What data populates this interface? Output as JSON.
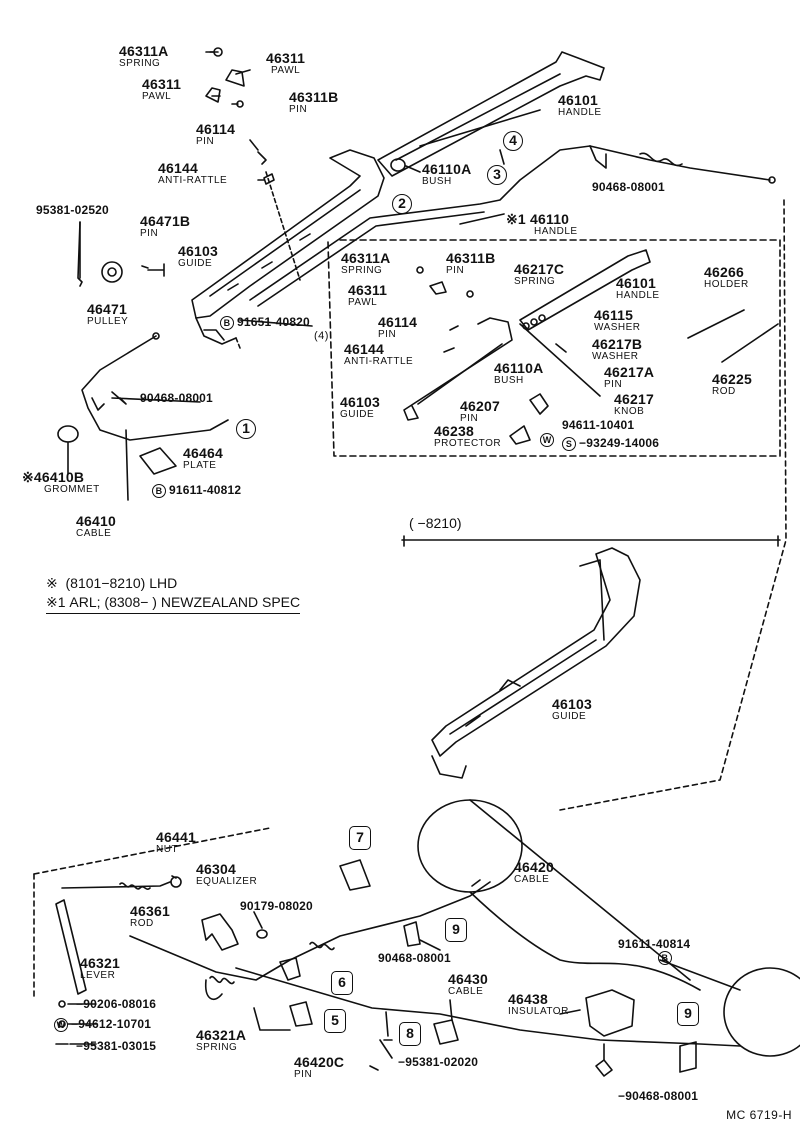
{
  "parts": {
    "p46311a_top": {
      "number": "46311A",
      "name": "SPRING"
    },
    "p46311_top_r": {
      "number": "46311",
      "name": "PAWL"
    },
    "p46311_top_l": {
      "number": "46311",
      "name": "PAWL"
    },
    "p46311b_top": {
      "number": "46311B",
      "name": "PIN"
    },
    "p46101_top": {
      "number": "46101",
      "name": "HANDLE"
    },
    "p46114_top": {
      "number": "46114",
      "name": "PIN"
    },
    "p46144_top": {
      "number": "46144",
      "name": "ANTI-RATTLE"
    },
    "p46110a_top": {
      "number": "46110A",
      "name": "BUSH"
    },
    "p90468_top": {
      "number": "90468-08001",
      "name": ""
    },
    "p95381_02520": {
      "number": "95381-02520",
      "name": ""
    },
    "p46471b": {
      "number": "46471B",
      "name": "PIN"
    },
    "p46103_top": {
      "number": "46103",
      "name": "GUIDE"
    },
    "p46110": {
      "number": "※1 46110",
      "name": "HANDLE"
    },
    "p46471": {
      "number": "46471",
      "name": "PULLEY"
    },
    "p91651": {
      "number": "91651-40820",
      "name": "(4)"
    },
    "p90468_mid": {
      "number": "90468-08001",
      "name": ""
    },
    "p46410b": {
      "number": "※46410B",
      "name": "GROMMET"
    },
    "p46464": {
      "number": "46464",
      "name": "PLATE"
    },
    "p91611_40812": {
      "number": "91611-40812",
      "name": ""
    },
    "p46410": {
      "number": "46410",
      "name": "CABLE"
    },
    "b46311a": {
      "number": "46311A",
      "name": "SPRING"
    },
    "b46311b": {
      "number": "46311B",
      "name": "PIN"
    },
    "b46311": {
      "number": "46311",
      "name": "PAWL"
    },
    "b46217c": {
      "number": "46217C",
      "name": "SPRING"
    },
    "b46101": {
      "number": "46101",
      "name": "HANDLE"
    },
    "b46266": {
      "number": "46266",
      "name": "HOLDER"
    },
    "b46114": {
      "number": "46114",
      "name": "PIN"
    },
    "b46115": {
      "number": "46115",
      "name": "WASHER"
    },
    "b46144": {
      "number": "46144",
      "name": "ANTI-RATTLE"
    },
    "b46217b": {
      "number": "46217B",
      "name": "WASHER"
    },
    "b46110a": {
      "number": "46110A",
      "name": "BUSH"
    },
    "b46217a": {
      "number": "46217A",
      "name": "PIN"
    },
    "b46225": {
      "number": "46225",
      "name": "ROD"
    },
    "b46103": {
      "number": "46103",
      "name": "GUIDE"
    },
    "b46207": {
      "number": "46207",
      "name": "PIN"
    },
    "b46217": {
      "number": "46217",
      "name": "KNOB"
    },
    "b94611": {
      "number": "94611-10401",
      "name": ""
    },
    "b46238": {
      "number": "46238",
      "name": "PROTECTOR"
    },
    "b93249": {
      "number": "93249-14006",
      "name": ""
    },
    "r46103": {
      "number": "46103",
      "name": "GUIDE"
    },
    "l46441": {
      "number": "46441",
      "name": "NUT"
    },
    "l46304": {
      "number": "46304",
      "name": "EQUALIZER"
    },
    "l46361": {
      "number": "46361",
      "name": "ROD"
    },
    "l90179": {
      "number": "90179-08020",
      "name": ""
    },
    "l46420": {
      "number": "46420",
      "name": "CABLE"
    },
    "l46321": {
      "number": "46321",
      "name": "LEVER"
    },
    "l90468_a": {
      "number": "90468-08001",
      "name": ""
    },
    "l91611_40814": {
      "number": "91611-40814",
      "name": ""
    },
    "l46430": {
      "number": "46430",
      "name": "CABLE"
    },
    "l46438": {
      "number": "46438",
      "name": "INSULATOR"
    },
    "l90206": {
      "number": "90206-08016",
      "name": ""
    },
    "l94612": {
      "number": "94612-10701",
      "name": ""
    },
    "l95381_03015": {
      "number": "95381-03015",
      "name": ""
    },
    "l46321a": {
      "number": "46321A",
      "name": "SPRING"
    },
    "l46420c": {
      "number": "46420C",
      "name": "PIN"
    },
    "l95381_02020": {
      "number": "95381-02020",
      "name": ""
    },
    "l90468_b": {
      "number": "90468-08001",
      "name": ""
    }
  },
  "callouts": {
    "c1": "1",
    "c2": "2",
    "c3": "3",
    "c4": "4",
    "c5": "5",
    "c6": "6",
    "c7": "7",
    "c8": "8",
    "c9a": "9",
    "c9b": "9"
  },
  "badges": {
    "B": "B",
    "W": "W",
    "S": "S"
  },
  "notes": {
    "line1_mark": "※",
    "line1_text": "(8101−8210) LHD",
    "line2_mark": "※1",
    "line2_text": "ARL; (8308−        ) NEWZEALAND  SPEC"
  },
  "range_label": "(        −8210)",
  "caption": "MC  6719-H",
  "colors": {
    "ink": "#111111",
    "paper": "#ffffff"
  }
}
